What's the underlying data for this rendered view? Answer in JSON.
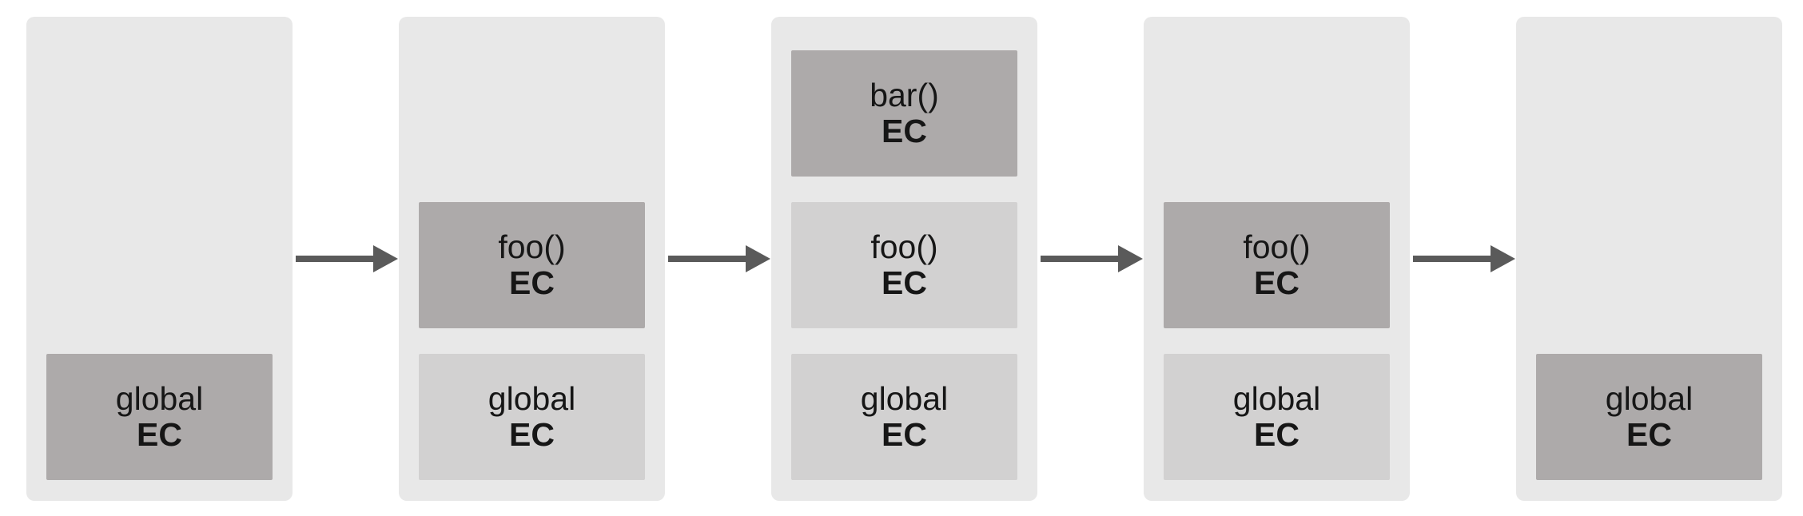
{
  "diagram": {
    "type": "execution-context-stack-flow",
    "colors": {
      "page_bg": "#ffffff",
      "panel_bg": "#e8e8e8",
      "active_box_bg": "#adaaaa",
      "inactive_box_bg": "#d2d1d1",
      "arrow": "#5a5a5a",
      "text": "#161616"
    },
    "stages": [
      {
        "boxes": [
          {
            "name": "global",
            "ec": "EC",
            "slot": 0,
            "active": true
          }
        ]
      },
      {
        "boxes": [
          {
            "name": "global",
            "ec": "EC",
            "slot": 0,
            "active": false
          },
          {
            "name": "foo()",
            "ec": "EC",
            "slot": 1,
            "active": true
          }
        ]
      },
      {
        "boxes": [
          {
            "name": "global",
            "ec": "EC",
            "slot": 0,
            "active": false
          },
          {
            "name": "foo()",
            "ec": "EC",
            "slot": 1,
            "active": false
          },
          {
            "name": "bar()",
            "ec": "EC",
            "slot": 2,
            "active": true
          }
        ]
      },
      {
        "boxes": [
          {
            "name": "global",
            "ec": "EC",
            "slot": 0,
            "active": false
          },
          {
            "name": "foo()",
            "ec": "EC",
            "slot": 1,
            "active": true
          }
        ]
      },
      {
        "boxes": [
          {
            "name": "global",
            "ec": "EC",
            "slot": 0,
            "active": true
          }
        ]
      }
    ],
    "arrow_count": 4
  }
}
